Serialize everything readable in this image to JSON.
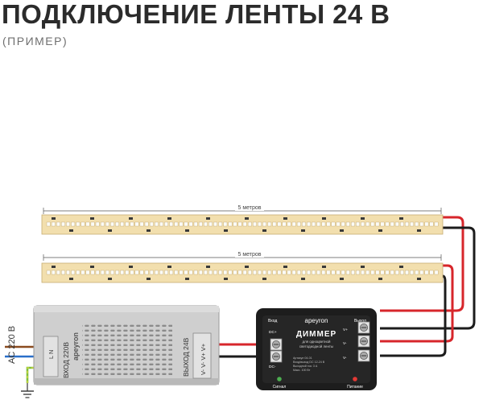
{
  "heading": {
    "title": "ПОДКЛЮЧЕНИЕ ЛЕНТЫ 24 В",
    "subtitle": "(ПРИМЕР)"
  },
  "strips": [
    {
      "length_label": "5 метров"
    },
    {
      "length_label": "5 метров"
    }
  ],
  "power_supply": {
    "input_label": "ВХОД 220В",
    "brand": "apeyron",
    "output_label": "ВЫХОД 24В",
    "input_terminals": "L N",
    "output_terminals": "V- V- V+ V+",
    "ac_label": "AC 220 В"
  },
  "dimmer": {
    "brand": "apeyron",
    "title": "ДИММЕР",
    "subtitle_line1": "для одноцветной",
    "subtitle_line2": "светодиодной ленты",
    "input_label": "Вход",
    "output_label": "Выход",
    "dc_plus": "DC+",
    "dc_minus": "DC-",
    "v_plus": "V+",
    "v_minus_1": "V-",
    "v_minus_2": "V-",
    "signal_label": "Сигнал",
    "power_label": "Питание",
    "spec_line1": "Артикул 04-01",
    "spec_line2": "Вход/выход DC 12-24 В",
    "spec_line3": "Выходной ток: 3 А",
    "spec_line4": "Макс. 100 Вт",
    "colors": {
      "signal_led": "#4caf50",
      "power_led": "#e53935"
    }
  },
  "wires": {
    "colors": {
      "positive": "#d7262b",
      "negative": "#1c1c1c",
      "live": "#8a4b1e",
      "neutral": "#2a6fc9",
      "earth": "#7fbf3f"
    }
  }
}
